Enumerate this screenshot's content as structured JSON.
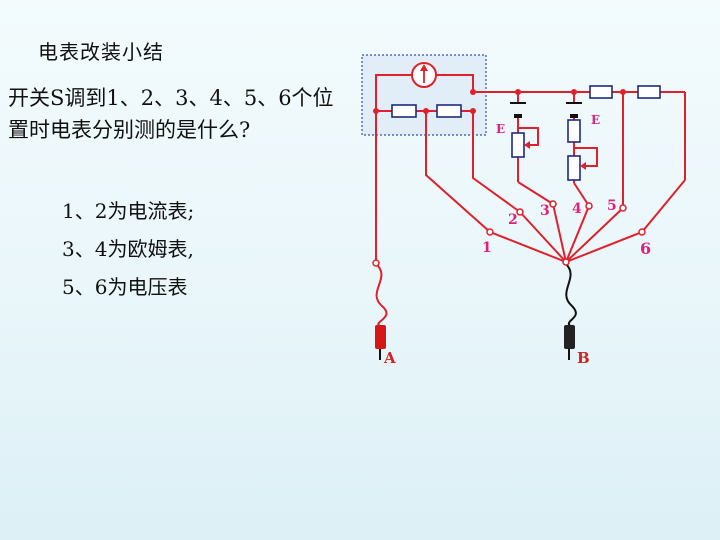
{
  "slide": {
    "title": "电表改装小结",
    "question": "开关S调到1、2、3、4、5、6个位置时电表分别测的是什么?",
    "answers": [
      "1、2为电流表;",
      "3、4为欧姆表,",
      "5、6为电压表"
    ]
  },
  "diagram": {
    "battery_labels": [
      "E",
      "E"
    ],
    "terminal_labels": [
      "1",
      "2",
      "3",
      "4",
      "5",
      "6"
    ],
    "probe_labels": [
      "A",
      "B"
    ]
  },
  "colors": {
    "wire": "#e0202a",
    "label_pink": "#e0207a",
    "label_red": "#d42020",
    "meter_box_border": "#3a4fb0",
    "meter_box_fill": "#e1eef8"
  }
}
